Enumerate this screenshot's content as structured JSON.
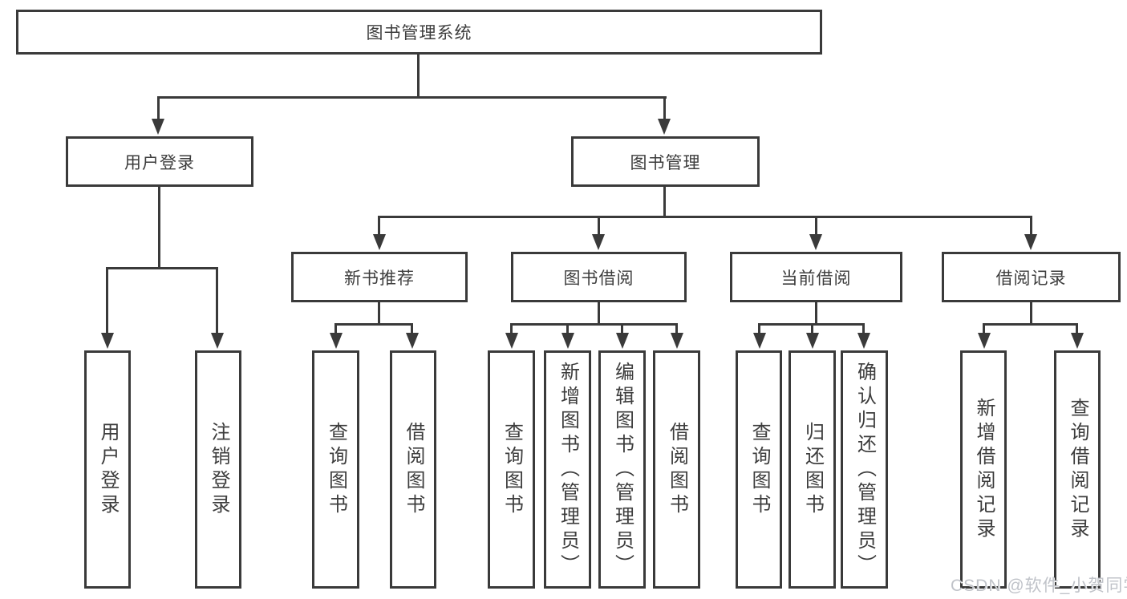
{
  "diagram": {
    "root": {
      "label": "图书管理系统"
    },
    "level1": [
      {
        "id": "user-login",
        "label": "用户登录"
      },
      {
        "id": "book-mgmt",
        "label": "图书管理"
      }
    ],
    "level2": [
      {
        "id": "new-book-recommend",
        "label": "新书推荐"
      },
      {
        "id": "book-borrowing",
        "label": "图书借阅"
      },
      {
        "id": "current-borrowing",
        "label": "当前借阅"
      },
      {
        "id": "borrowing-records",
        "label": "借阅记录"
      }
    ],
    "leaves": [
      {
        "parent": "user-login",
        "label": "用户登录"
      },
      {
        "parent": "user-login",
        "label": "注销登录"
      },
      {
        "parent": "new-book-recommend",
        "label": "查询图书"
      },
      {
        "parent": "new-book-recommend",
        "label": "借阅图书"
      },
      {
        "parent": "book-borrowing",
        "label": "查询图书"
      },
      {
        "parent": "book-borrowing",
        "label": "新增图书（管理员）"
      },
      {
        "parent": "book-borrowing",
        "label": "编辑图书（管理员）"
      },
      {
        "parent": "book-borrowing",
        "label": "借阅图书"
      },
      {
        "parent": "current-borrowing",
        "label": "查询图书"
      },
      {
        "parent": "current-borrowing",
        "label": "归还图书"
      },
      {
        "parent": "current-borrowing",
        "label": "确认归还（管理员）"
      },
      {
        "parent": "borrowing-records",
        "label": "新增借阅记录"
      },
      {
        "parent": "borrowing-records",
        "label": "查询借阅记录"
      }
    ]
  },
  "watermark": {
    "text": "CSDN @软件_小贺同学"
  },
  "colors": {
    "line": "#3a3a3a",
    "text": "#3d3d3d",
    "background": "#ffffff",
    "watermark": "#c0c3c9"
  }
}
